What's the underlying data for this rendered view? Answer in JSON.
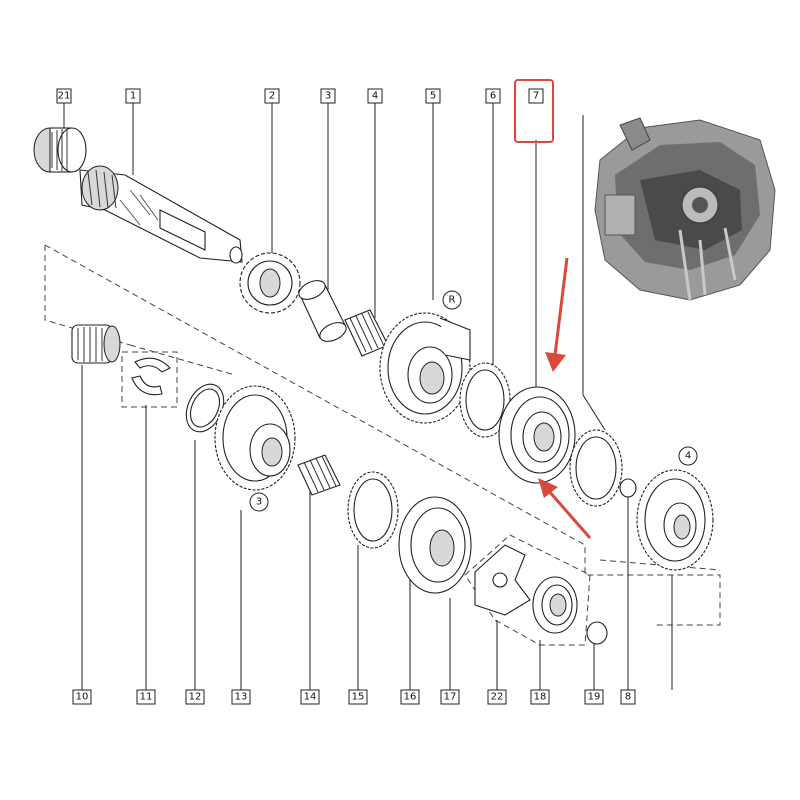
{
  "colors": {
    "highlight": "#d94a3d",
    "ink": "#222222"
  },
  "labels": {
    "p21": "21",
    "p1": "1",
    "p2": "2",
    "p3": "3",
    "p4": "4",
    "p5": "5",
    "p6": "6",
    "p7": "7",
    "p10": "10",
    "p11": "11",
    "p12": "12",
    "p13": "13",
    "p14": "14",
    "p15": "15",
    "p16": "16",
    "p17": "17",
    "p22": "22",
    "p18": "18",
    "p19": "19",
    "p8": "8"
  },
  "circle_labels": {
    "reverse": "R",
    "gear3": "3",
    "gear4": "4"
  },
  "highlighted_part": "7"
}
